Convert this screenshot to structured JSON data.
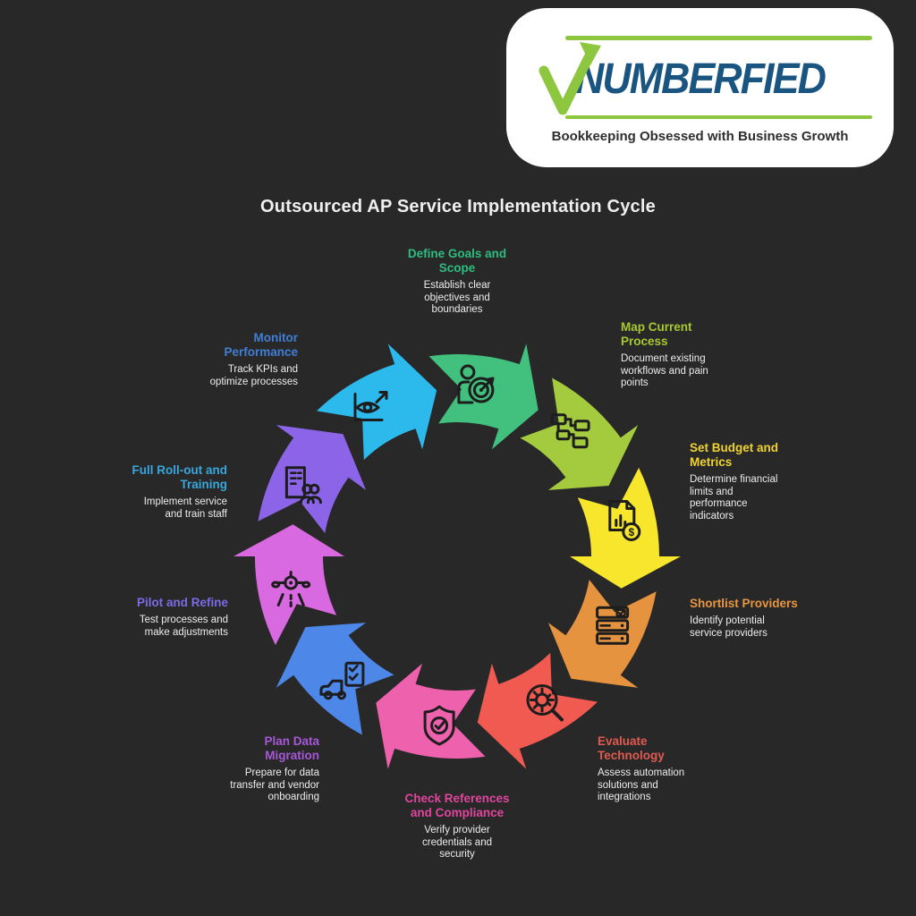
{
  "background_color": "#282828",
  "logo": {
    "brand": "NUMBERFIED",
    "tagline": "Bookkeeping Obsessed with Business Growth",
    "brand_color": "#1a5480",
    "accent_color": "#8dc63f"
  },
  "title": "Outsourced AP Service Implementation Cycle",
  "cycle": {
    "direction": "clockwise",
    "steps": [
      {
        "id": "define-goals",
        "icon": "person-target",
        "title": "Define Goals and\nScope",
        "description": "Establish clear\nobjectives and\nboundaries",
        "label_color": "#2fbd7f",
        "arrow_color": "#42c17e"
      },
      {
        "id": "map-process",
        "icon": "flowchart",
        "title": "Map Current\nProcess",
        "description": "Document existing\nworkflows and pain\npoints",
        "label_color": "#a8c832",
        "arrow_color": "#a4cb3e"
      },
      {
        "id": "set-budget",
        "icon": "doc-dollar",
        "title": "Set Budget and\nMetrics",
        "description": "Determine financial\nlimits and\nperformance\nindicators",
        "label_color": "#efd32f",
        "arrow_color": "#f7e62c"
      },
      {
        "id": "shortlist-providers",
        "icon": "servers",
        "title": "Shortlist Providers",
        "description": "Identify potential\nservice providers",
        "label_color": "#e8963f",
        "arrow_color": "#e6933f"
      },
      {
        "id": "evaluate-technology",
        "icon": "gear-magnifier",
        "title": "Evaluate\nTechnology",
        "description": "Assess automation\nsolutions and\nintegrations",
        "label_color": "#e05a50",
        "arrow_color": "#f05a50"
      },
      {
        "id": "check-references",
        "icon": "shield-check",
        "title": "Check References\nand Compliance",
        "description": "Verify provider\ncredentials and\nsecurity",
        "label_color": "#e0459e",
        "arrow_color": "#ee61ac"
      },
      {
        "id": "plan-data-migration",
        "icon": "truck-checklist",
        "title": "Plan Data\nMigration",
        "description": "Prepare for data\ntransfer and vendor\nonboarding",
        "label_color": "#a757d8",
        "arrow_color": "#4d87e8"
      },
      {
        "id": "pilot-refine",
        "icon": "airplane",
        "title": "Pilot and Refine",
        "description": "Test processes and\nmake adjustments",
        "label_color": "#7a6ce6",
        "arrow_color": "#d969e0"
      },
      {
        "id": "full-rollout",
        "icon": "building-people",
        "title": "Full Roll-out and\nTraining",
        "description": "Implement service\nand train staff",
        "label_color": "#38a7de",
        "arrow_color": "#8b64e8"
      },
      {
        "id": "monitor-performance",
        "icon": "eye-chart",
        "title": "Monitor\nPerformance",
        "description": "Track KPIs and\noptimize processes",
        "label_color": "#3f7fd6",
        "arrow_color": "#2cb9ec"
      }
    ]
  }
}
